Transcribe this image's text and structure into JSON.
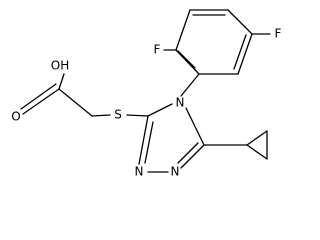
{
  "atoms": {
    "oh": "OH",
    "o_carbonyl": "O",
    "s": "S",
    "n4": "N",
    "n1": "N",
    "n2": "N",
    "f_ortho": "F",
    "f_meta": "F"
  },
  "colors": {
    "bond": "#000000",
    "label": "#000000",
    "background": "#ffffff"
  }
}
